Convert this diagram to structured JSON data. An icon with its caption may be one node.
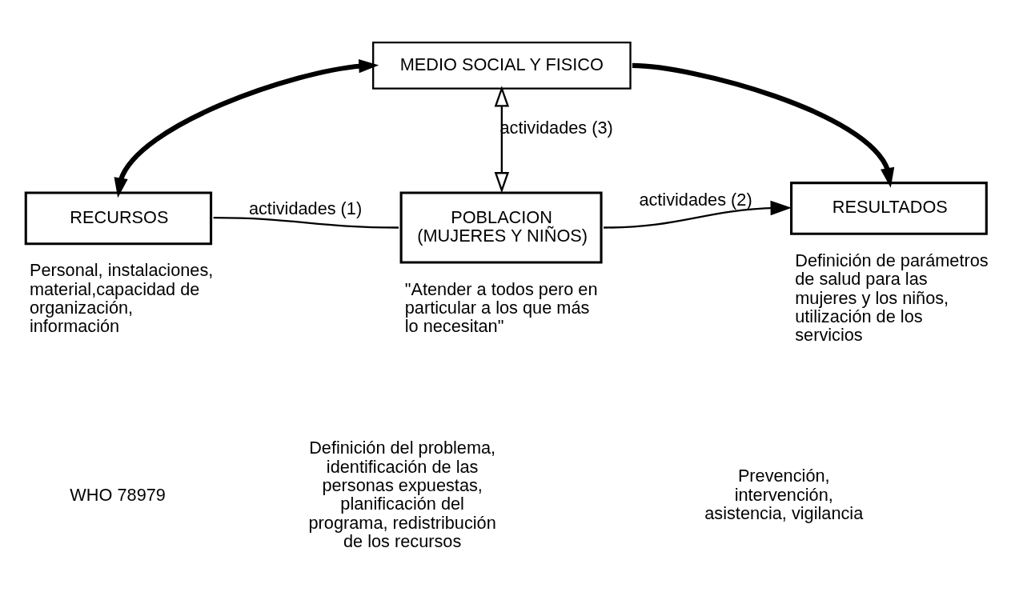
{
  "diagram": {
    "nodes": [
      {
        "text": [
          "MEDIO SOCIAL Y FISICO"
        ]
      },
      {
        "text": [
          "RECURSOS"
        ],
        "beside": [
          "Personal, instalaciones, material,capacidad de organización, información"
        ]
      },
      {
        "text": [
          "POBLACION",
          "(MUJERES Y NIÑOS)"
        ],
        "beside": [
          "\"Atender a todos pero en particular a los que más lo necesitan\""
        ]
      },
      {
        "text": [
          "RESULTADOS"
        ],
        "beside": [
          "Definición de parámetros de salud para las mujeres y los niños, utilización de los servicios"
        ]
      }
    ],
    "edges": [
      {
        "from": 0,
        "to": 1,
        "arrow": "both",
        "style": "thick"
      },
      {
        "from": 0,
        "to": 3,
        "arrow": "to",
        "style": "thick"
      },
      {
        "from": 0,
        "to": 2,
        "arrow": "both",
        "label": "actividades (3)"
      },
      {
        "from": 1,
        "to": 2,
        "arrow": "none",
        "label": "actividades (1)"
      },
      {
        "from": 2,
        "to": 3,
        "arrow": "to",
        "label": "actividades (2)"
      }
    ],
    "labels": [
      "Definición del problema, identificación de las personas expuestas, planificación del programa, redistribución de los recursos",
      "Prevención, intervención, asistencia, vigilancia",
      "WHO 78979"
    ]
  }
}
